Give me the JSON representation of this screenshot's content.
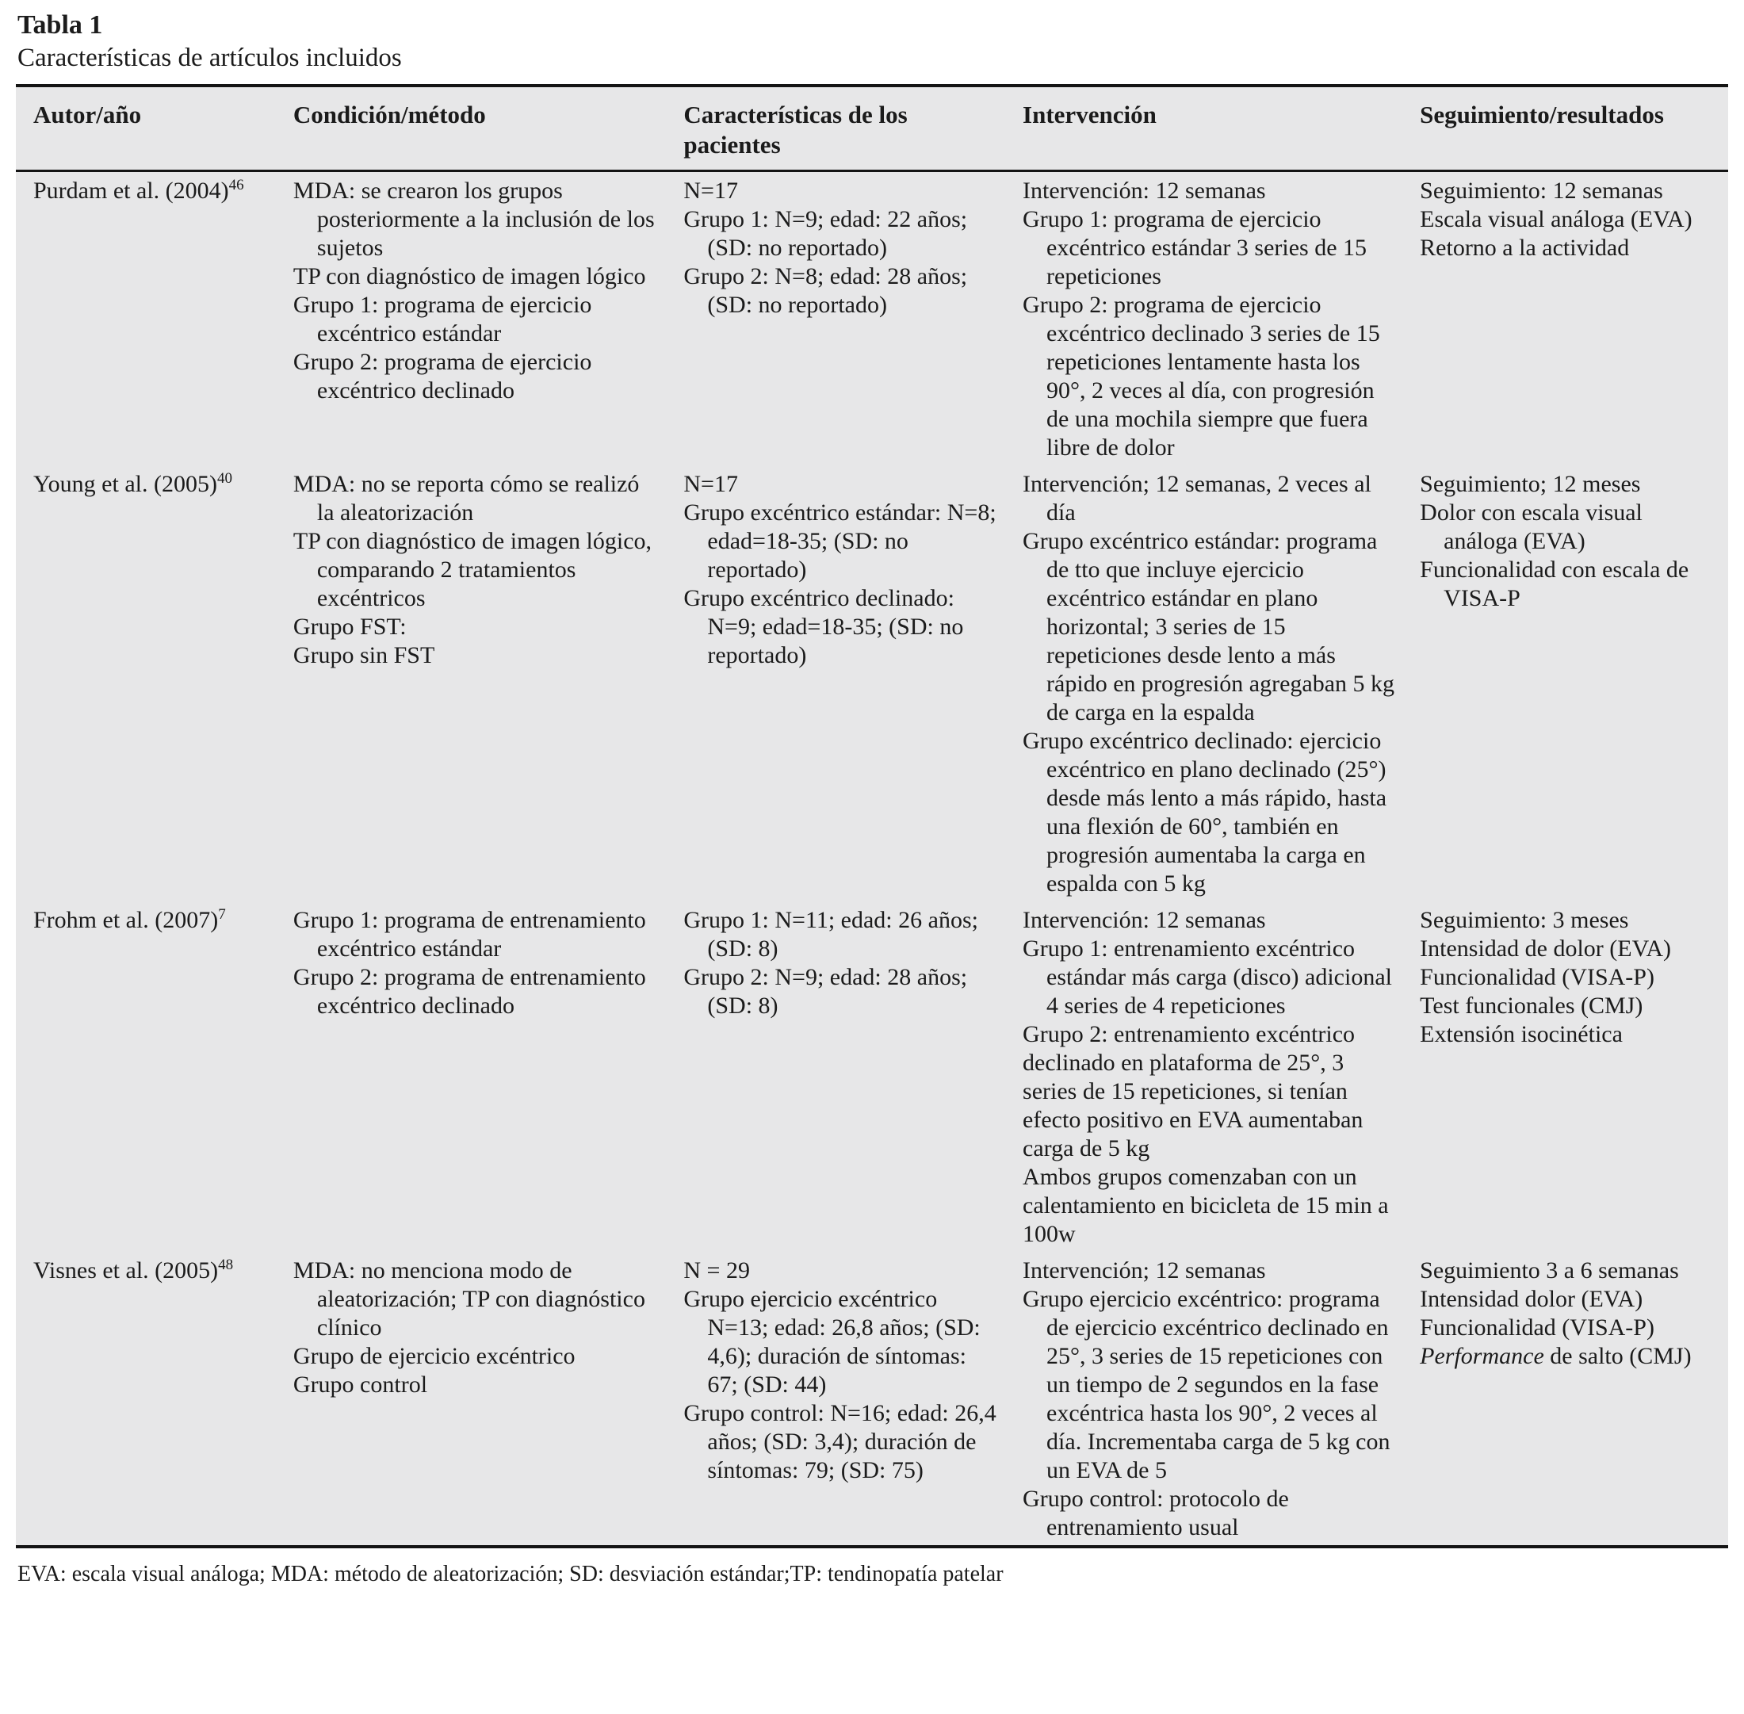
{
  "page": {
    "title": "Tabla 1",
    "subtitle": "Características de artículos incluidos",
    "footnote": "EVA: escala visual análoga; MDA: método de aleatorización; SD: desviación estándar;TP: tendinopatía patelar",
    "background_color": "#e7e7e8",
    "border_color": "#141414"
  },
  "table": {
    "columns": [
      "Autor/año",
      "Condición/método",
      "Características de los pacientes",
      "Intervención",
      "Seguimiento/resultados"
    ],
    "rows": [
      {
        "author": {
          "text": "Purdam et al. (2004)",
          "ref": "46"
        },
        "condition": [
          {
            "text": "MDA: se crearon los grupos posteriormente a la inclusión de los sujetos"
          },
          {
            "text": "TP con diagnóstico de imagen lógico"
          },
          {
            "text": "Grupo 1: programa de ejercicio excéntrico estándar"
          },
          {
            "text": "Grupo 2: programa de ejercicio excéntrico declinado"
          }
        ],
        "patients": [
          {
            "text": "N=17"
          },
          {
            "text": "Grupo 1: N=9; edad: 22 años; (SD: no reportado)"
          },
          {
            "text": "Grupo 2: N=8; edad: 28 años; (SD: no reportado)"
          }
        ],
        "intervention": [
          {
            "text": "Intervención: 12 semanas"
          },
          {
            "text": "Grupo 1: programa de ejercicio excéntrico estándar 3 series de 15 repeticiones"
          },
          {
            "text": "Grupo 2: programa de ejercicio excéntrico declinado 3 series de 15 repeticiones lentamente hasta los 90°, 2 veces al día, con progresión de una mochila siempre que fuera libre de dolor"
          }
        ],
        "followup": [
          {
            "text": "Seguimiento: 12 semanas"
          },
          {
            "text": "Escala visual análoga (EVA)"
          },
          {
            "text": "Retorno a la actividad"
          }
        ]
      },
      {
        "author": {
          "text": "Young et al. (2005)",
          "ref": "40"
        },
        "condition": [
          {
            "text": "MDA: no se reporta cómo se realizó la aleatorización"
          },
          {
            "text": "TP con diagnóstico de imagen lógico, comparando 2 tratamientos excéntricos"
          },
          {
            "text": "Grupo FST:"
          },
          {
            "text": "Grupo sin FST"
          }
        ],
        "patients": [
          {
            "text": "N=17"
          },
          {
            "text": "Grupo excéntrico estándar: N=8; edad=18-35; (SD: no reportado)"
          },
          {
            "text": "Grupo excéntrico declinado: N=9; edad=18-35; (SD: no reportado)"
          }
        ],
        "intervention": [
          {
            "text": "Intervención; 12 semanas, 2 veces al día"
          },
          {
            "text": "Grupo excéntrico estándar: programa de tto que incluye ejercicio excéntrico estándar en plano horizontal; 3 series de 15 repeticiones desde lento a más rápido en progresión agregaban 5 kg de carga en la espalda"
          },
          {
            "text": "Grupo excéntrico declinado: ejercicio excéntrico en plano declinado (25°) desde más lento a más rápido, hasta una flexión de 60°, también en progresión aumentaba la carga en espalda con 5 kg"
          }
        ],
        "followup": [
          {
            "text": "Seguimiento; 12 meses"
          },
          {
            "text": "Dolor con escala visual análoga (EVA)"
          },
          {
            "text": "Funcionalidad con escala de VISA-P"
          }
        ]
      },
      {
        "author": {
          "text": "Frohm et al. (2007)",
          "ref": "7"
        },
        "condition": [
          {
            "text": "Grupo 1: programa de entrenamiento excéntrico estándar"
          },
          {
            "text": "Grupo 2: programa de entrenamiento excéntrico declinado"
          }
        ],
        "patients": [
          {
            "text": "Grupo 1: N=11; edad: 26 años; (SD: 8)"
          },
          {
            "text": "Grupo 2: N=9; edad: 28 años; (SD: 8)"
          }
        ],
        "intervention": [
          {
            "text": "Intervención: 12 semanas"
          },
          {
            "text": "Grupo 1: entrenamiento excéntrico estándar más carga (disco) adicional 4 series de 4 repeticiones"
          },
          {
            "text": "Grupo 2: entrenamiento excéntrico declinado en plataforma de 25°, 3 series de 15 repeticiones, si tenían efecto positivo en EVA aumentaban carga de 5 kg",
            "flush": true
          },
          {
            "text": "Ambos grupos comenzaban con un calentamiento en bicicleta de 15 min a 100w",
            "flush": true
          }
        ],
        "followup": [
          {
            "text": "Seguimiento: 3 meses"
          },
          {
            "text": "Intensidad de dolor (EVA)"
          },
          {
            "text": "Funcionalidad (VISA-P)"
          },
          {
            "text": "Test funcionales (CMJ)"
          },
          {
            "text": "Extensión isocinética"
          }
        ]
      },
      {
        "author": {
          "text": "Visnes et al. (2005)",
          "ref": "48"
        },
        "condition": [
          {
            "text": "MDA: no menciona modo de aleatorización; TP con diagnóstico clínico"
          },
          {
            "text": "Grupo de ejercicio excéntrico"
          },
          {
            "text": "Grupo control"
          }
        ],
        "patients": [
          {
            "text": "N = 29"
          },
          {
            "text": "Grupo ejercicio excéntrico N=13; edad: 26,8 años; (SD: 4,6); duración de síntomas: 67; (SD: 44)"
          },
          {
            "text": "Grupo control: N=16; edad: 26,4 años; (SD: 3,4); duración de síntomas: 79; (SD: 75)"
          }
        ],
        "intervention": [
          {
            "text": "Intervención; 12 semanas"
          },
          {
            "text": "Grupo ejercicio excéntrico: programa de ejercicio excéntrico declinado en 25°, 3 series de 15 repeticiones con un tiempo de 2 segundos en la fase excéntrica hasta los 90°, 2 veces al día. Incrementaba carga de 5 kg con un EVA de 5"
          },
          {
            "text": "Grupo control: protocolo de entrenamiento usual"
          }
        ],
        "followup": [
          {
            "text": "Seguimiento 3 a 6 semanas"
          },
          {
            "text": "Intensidad dolor (EVA)"
          },
          {
            "text": "Funcionalidad (VISA-P)"
          },
          {
            "italic": "Performance",
            "text": " de salto (CMJ)"
          }
        ]
      }
    ]
  }
}
